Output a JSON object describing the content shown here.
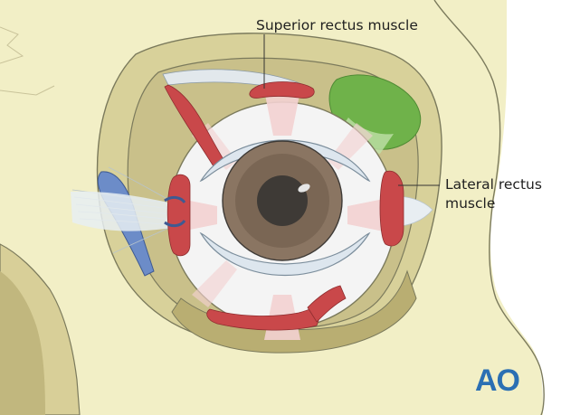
{
  "labels": {
    "superior_rectus": "Superior rectus muscle",
    "lateral_rectus_line1": "Lateral rectus",
    "lateral_rectus_line2": "muscle"
  },
  "logo": {
    "text": "AO"
  },
  "colors": {
    "bone": "#f2efc6",
    "bone_shadow": "#dcd6a2",
    "bone_outline": "#7b7a5c",
    "orbit_floor": "#c8c08a",
    "sclera": "#f4f4f4",
    "eyelid": "#dde6ee",
    "muscle": "#c9484a",
    "muscle_light": "#f3d2d2",
    "iris": "#8a7562",
    "iris_dark": "#4f4338",
    "pupil": "#3e3a36",
    "lacrimal_gland": "#6fb24a",
    "medial_canthal": "#6c8cc8",
    "tendon": "#e2e8ec",
    "logo": "#2b6fb3"
  }
}
